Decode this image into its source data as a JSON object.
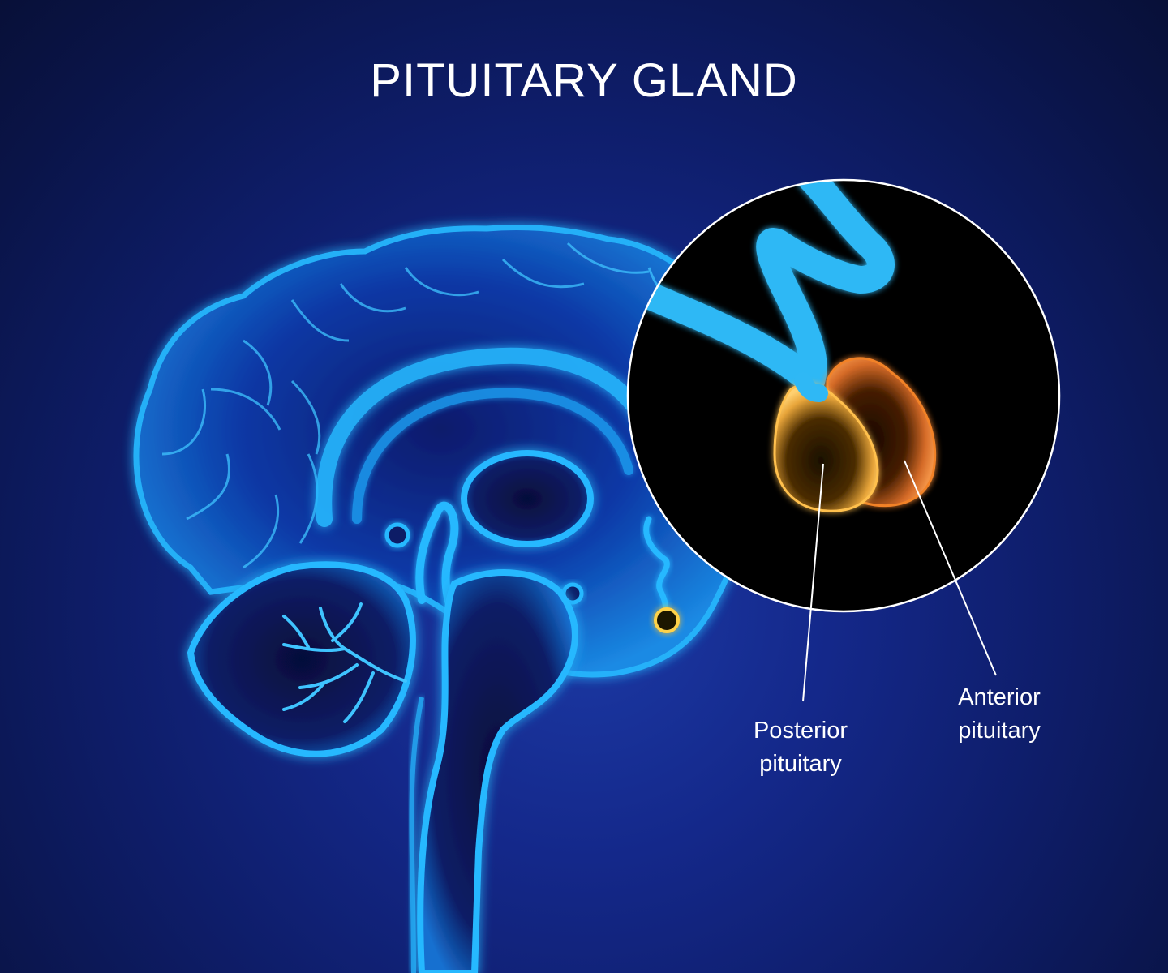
{
  "title": "PITUITARY GLAND",
  "colors": {
    "background": "#14288a",
    "brain_glow": "#27b8ff",
    "brain_fill": "#0b3aa8",
    "gland_posterior": "#ffc04d",
    "gland_anterior": "#ff8a2a",
    "magnifier_background": "#000000",
    "magnifier_border": "#ffffff"
  },
  "labels": {
    "posterior": {
      "line1": "Posterior",
      "line2": "pituitary"
    },
    "anterior": {
      "line1": "Anterior",
      "line2": "pituitary"
    }
  }
}
